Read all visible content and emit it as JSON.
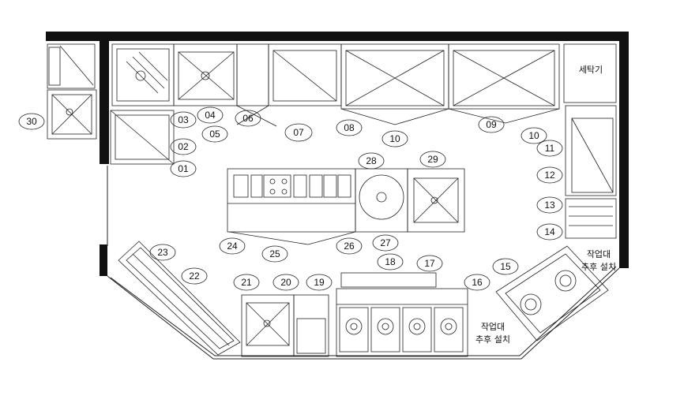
{
  "labels": {
    "n01": "01",
    "n02": "02",
    "n03": "03",
    "n04": "04",
    "n05": "05",
    "n06": "06",
    "n07": "07",
    "n08": "08",
    "n09": "09",
    "n10a": "10",
    "n10b": "10",
    "n11": "11",
    "n12": "12",
    "n13": "13",
    "n14": "14",
    "n15": "15",
    "n16": "16",
    "n17": "17",
    "n18": "18",
    "n19": "19",
    "n20": "20",
    "n21": "21",
    "n22": "22",
    "n23": "23",
    "n24": "24",
    "n25": "25",
    "n26": "26",
    "n27": "27",
    "n28": "28",
    "n29": "29",
    "n30": "30"
  },
  "text": {
    "washer": "세탁기",
    "workbench": "작업대",
    "install_later": "추후 설치"
  },
  "colors": {
    "wall": "#111111",
    "line": "#222222",
    "fixture": "#444444"
  }
}
